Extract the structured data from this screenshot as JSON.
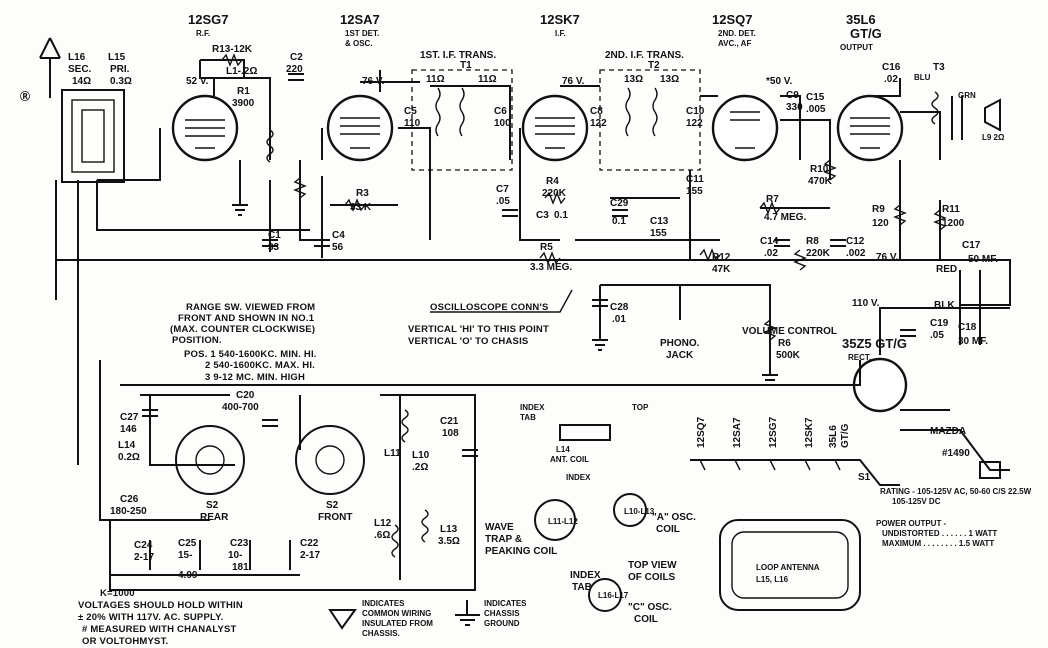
{
  "tubes": [
    {
      "type": "12SG7",
      "function": "R.F."
    },
    {
      "type": "12SA7",
      "function_lines": [
        "1ST DET.",
        "& OSC."
      ]
    },
    {
      "type": "12SK7",
      "function": "I.F."
    },
    {
      "type": "12SQ7",
      "function_lines": [
        "2ND. DET.",
        "AVC., AF"
      ]
    },
    {
      "type_lines": [
        "35L6",
        "GT/G"
      ],
      "function": "OUTPUT"
    },
    {
      "type": "35Z5 GT/G",
      "function": "RECT."
    }
  ],
  "transformers": {
    "t1": {
      "label": "1ST. I.F. TRANS.",
      "ref": "T1",
      "res_a": "11Ω",
      "res_b": "11Ω"
    },
    "t2": {
      "label": "2ND. I.F. TRANS.",
      "ref": "T2",
      "res_a": "13Ω",
      "res_b": "13Ω"
    },
    "t3": {
      "ref": "T3",
      "wire_blu": "BLU",
      "wire_grn": "GRN",
      "speaker": "L9 2Ω"
    }
  },
  "voltages": {
    "v52": "52 V.",
    "v76": "76 V.",
    "v50": "*50 V.",
    "v110": "110 V."
  },
  "components": {
    "antenna": "Ⓡ",
    "l16": {
      "name": "L16",
      "role": "SEC.",
      "value": "14Ω"
    },
    "l15": {
      "name": "L15",
      "role": "PRI.",
      "value": "0.3Ω"
    },
    "r13": "R13-12K",
    "l1_l2": "L1-.2Ω",
    "c2": {
      "name": "C2",
      "value": "220"
    },
    "r1": {
      "name": "R1",
      "value": "3900"
    },
    "c1": {
      "name": "C1",
      "value": "33"
    },
    "c4": {
      "name": "C4",
      "value": "56"
    },
    "r3": {
      "name": "R3",
      "value": "33 K"
    },
    "c5": {
      "name": "C5",
      "value": "110"
    },
    "c6": {
      "name": "C6",
      "value": "100"
    },
    "c7": {
      "name": "C7",
      "value": ".05"
    },
    "r4": {
      "name": "R4",
      "value": "220K"
    },
    "c3": {
      "name": "C3",
      "value": "0.1"
    },
    "r5": {
      "name": "R5",
      "value": "3.3 MEG."
    },
    "c8": {
      "name": "C8",
      "value": "122"
    },
    "c29": {
      "name": "C29",
      "value": "0.1"
    },
    "c10": {
      "name": "C10",
      "value": "122"
    },
    "c11": {
      "name": "C11",
      "value": "155"
    },
    "c13": {
      "name": "C13",
      "value": "155"
    },
    "r12": {
      "name": "R12",
      "value": "47K"
    },
    "c9": {
      "name": "C9",
      "value": "330"
    },
    "c15": {
      "name": "C15",
      "value": ".005"
    },
    "r10": {
      "name": "R10",
      "value": "470K"
    },
    "r7": {
      "name": "R7",
      "value": "4.7 MEG."
    },
    "c14": {
      "name": "C14",
      "value": ".02"
    },
    "r8": {
      "name": "R8",
      "value": "220K"
    },
    "c12": {
      "name": "C12",
      "value": ".002"
    },
    "c16": {
      "name": "C16",
      "value": ".02"
    },
    "r9": {
      "name": "R9",
      "value": "120"
    },
    "r11": {
      "name": "R11",
      "value": "1200"
    },
    "c17": {
      "name": "C17",
      "value": "50 MF."
    },
    "c18": {
      "name": "C18",
      "value": "30 MF."
    },
    "c19": {
      "name": "C19",
      "value": ".05"
    },
    "wire_red": "RED",
    "wire_blk": "BLK",
    "volume_control": "VOLUME CONTROL",
    "r6": {
      "name": "R6",
      "value": "500K"
    },
    "phono_jack": [
      "PHONO.",
      "JACK"
    ],
    "c28": {
      "name": "C28",
      "value": ".01"
    },
    "mazda": "MAZDA",
    "mazda_no": "#1490",
    "s1": "S1",
    "c27": {
      "name": "C27",
      "value": "146"
    },
    "l14": {
      "name": "L14",
      "value": "0.2Ω"
    },
    "c26": {
      "name": "C26",
      "value": "180-250"
    },
    "c20": {
      "name": "C20",
      "value": "400-700"
    },
    "s2_rear": [
      "S2",
      "REAR"
    ],
    "s2_front": [
      "S2",
      "FRONT"
    ],
    "c21": {
      "name": "C21",
      "value": "108"
    },
    "l11": "L11",
    "l10": {
      "name": "L10",
      "value": ".2Ω"
    },
    "l12": {
      "name": "L12",
      "value": ".6Ω"
    },
    "l13": {
      "name": "L13",
      "value": "3.5Ω"
    },
    "c24": {
      "name": "C24",
      "value": "2-17"
    },
    "c25": {
      "name": "C25",
      "value_lines": [
        "15-",
        "4.99"
      ]
    },
    "c23": {
      "name": "C23",
      "value_lines": [
        "10-",
        "181"
      ]
    },
    "c22": {
      "name": "C22",
      "value": "2-17"
    }
  },
  "notes": {
    "range_switch": [
      "RANGE SW. VIEWED FROM",
      "FRONT AND SHOWN IN NO.1",
      "(MAX. COUNTER CLOCKWISE)",
      "POSITION.",
      "POS. 1   540-1600KC. MIN. HI.",
      "2   540-1600KC. MAX. HI.",
      "3      9-12 MC. MIN. HIGH"
    ],
    "oscilloscope": [
      "OSCILLOSCOPE CONN'S",
      "VERTICAL 'HI' TO THIS POINT",
      "VERTICAL 'O' TO CHASIS"
    ],
    "k": "K=1000",
    "voltages": [
      "VOLTAGES SHOULD HOLD WITHIN",
      "± 20% WITH 117V. AC. SUPPLY."
    ],
    "measured": [
      "# MEASURED WITH CHANALYST",
      "OR VOLTOHMYST."
    ]
  },
  "coil_views": {
    "index_tab": "INDEX",
    "tab": "TAB",
    "top": "TOP",
    "l14_label": "L14",
    "ant_coil": "ANT. COIL",
    "l11_l12": "L11-L12",
    "l10_l13": "L10-L13",
    "wave_trap": [
      "WAVE",
      "TRAP &",
      "PEAKING COIL"
    ],
    "a_osc": [
      "\"A\" OSC.",
      "COIL"
    ],
    "top_view": [
      "TOP VIEW",
      "OF COILS"
    ],
    "l16_l17": "L16-L17",
    "c_osc": [
      "\"C\" OSC.",
      "COIL"
    ]
  },
  "heater": [
    "12SQ7",
    "12SA7",
    "12SG7",
    "12SK7",
    "35L6",
    "GT/G"
  ],
  "ratings": [
    "RATING - 105-125V AC, 50-60 C/S 22.5W",
    "105-125V DC",
    "POWER OUTPUT -",
    "UNDISTORTED . . . . . . 1 WATT",
    "MAXIMUM . . . . . . . . 1.5 WATT"
  ],
  "loop_antenna": [
    "LOOP ANTENNA",
    "L15, L16"
  ],
  "legend": {
    "common_wiring": [
      "INDICATES",
      "COMMON WIRING",
      "INSULATED FROM",
      "CHASSIS."
    ],
    "chassis": [
      "INDICATES",
      "CHASSIS",
      "GROUND"
    ]
  }
}
